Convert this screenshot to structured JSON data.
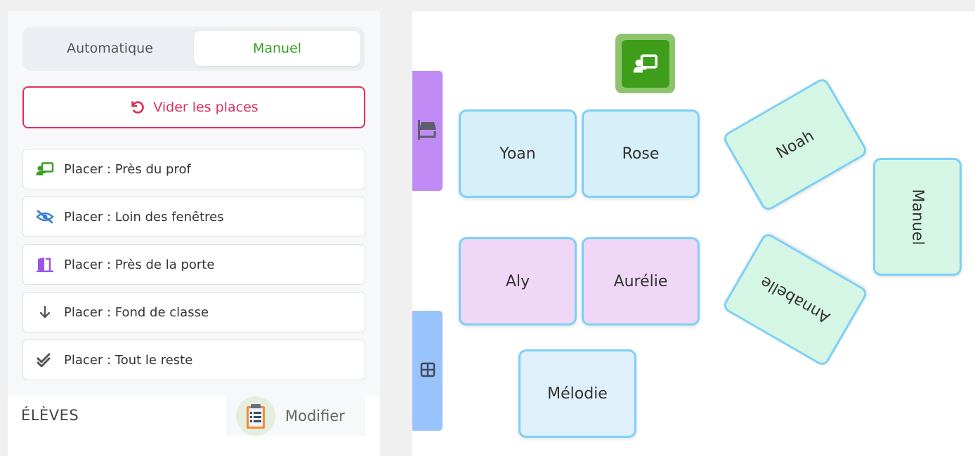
{
  "mode_toggle": {
    "automatic": "Automatique",
    "manual": "Manuel"
  },
  "clear_button": {
    "icon": "undo-icon",
    "label": "Vider les places"
  },
  "placement_buttons": [
    {
      "icon": "teacher-board-icon",
      "color": "#3b9e23",
      "label": "Placer : Près du prof"
    },
    {
      "icon": "eye-slash-icon",
      "color": "#3a7fd9",
      "label": "Placer : Loin des fenêtres"
    },
    {
      "icon": "door-icon",
      "color": "#9a55e6",
      "label": "Placer : Près de la porte"
    },
    {
      "icon": "arrow-down-icon",
      "color": "#555555",
      "label": "Placer : Fond de classe"
    },
    {
      "icon": "double-check-icon",
      "color": "#555555",
      "label": "Placer : Tout le reste"
    }
  ],
  "students": {
    "title": "ÉLÈVES",
    "edit_label": "Modifier",
    "edit_icon": "clipboard-list-icon"
  },
  "classroom": {
    "door_icon": "door-icon",
    "window_icon": "window-icon",
    "teacher_icon": "teacher-board-icon",
    "desks": [
      {
        "name": "Yoan",
        "color": "blue"
      },
      {
        "name": "Rose",
        "color": "blue"
      },
      {
        "name": "Noah",
        "color": "green"
      },
      {
        "name": "Manuel",
        "color": "green"
      },
      {
        "name": "Aly",
        "color": "pink"
      },
      {
        "name": "Aurélie",
        "color": "pink"
      },
      {
        "name": "Annabelle",
        "color": "green"
      },
      {
        "name": "Mélodie",
        "color": "lblue"
      }
    ]
  }
}
